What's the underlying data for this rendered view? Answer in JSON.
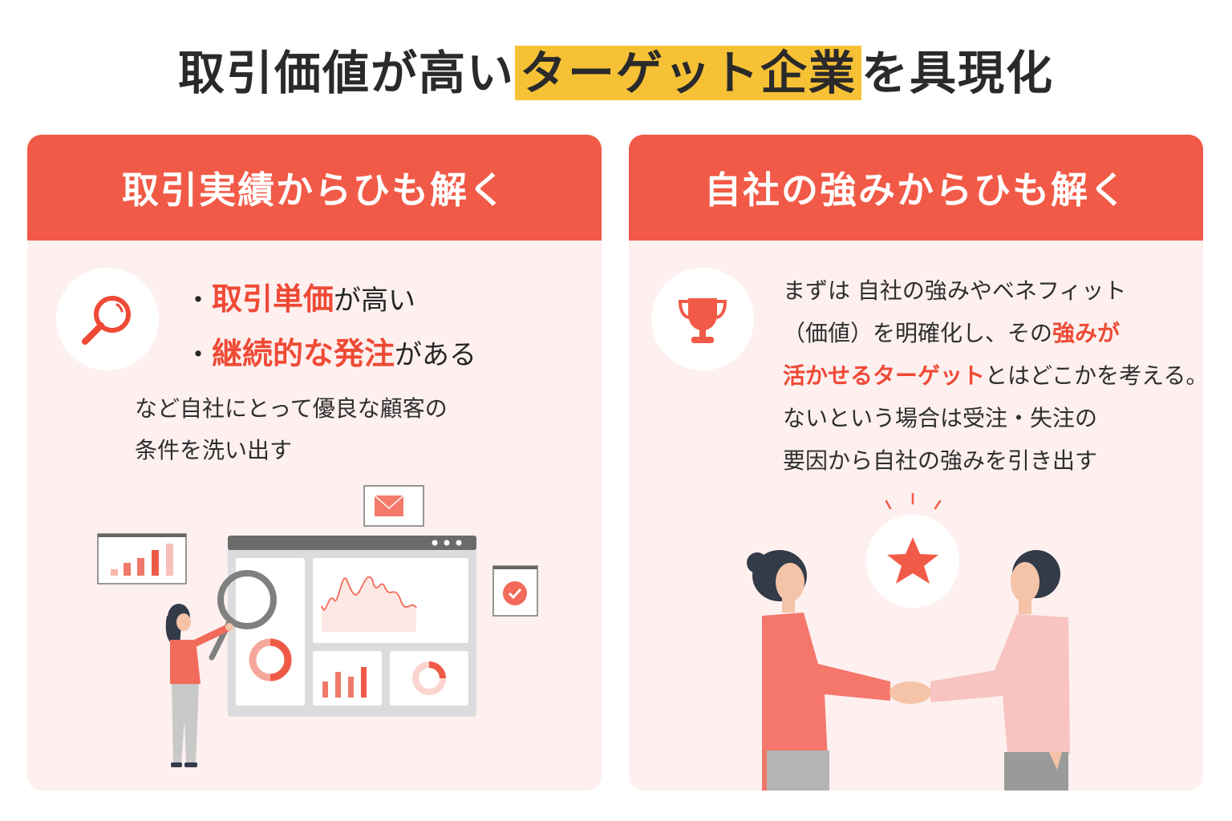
{
  "title": {
    "prefix": "取引価値が高い",
    "highlight": "ターゲット企業",
    "suffix": "を具現化",
    "highlight_color": "#f7c136"
  },
  "colors": {
    "accent": "#f15a47",
    "emphasis_text": "#ef4a36",
    "panel_bg": "#fdf0ef"
  },
  "left_panel": {
    "header": "取引実績からひも解く",
    "icon": "magnifier-icon",
    "bullets": [
      {
        "marker": "・",
        "emphasis": "取引単価",
        "rest": "が高い"
      },
      {
        "marker": "・",
        "emphasis": "継続的な発注",
        "rest": "がある"
      }
    ],
    "sub_lines": [
      "など自社にとって優良な顧客の",
      "条件を洗い出す"
    ],
    "illustration": "person-analyzing-dashboard"
  },
  "right_panel": {
    "header": "自社の強みからひも解く",
    "icon": "trophy-icon",
    "lines": [
      {
        "plain_before": "まずは 自社の強みやベネフィット",
        "emphasis": "",
        "plain_after": ""
      },
      {
        "plain_before": "（価値）を明確化し、その",
        "emphasis": "強みが",
        "plain_after": ""
      },
      {
        "plain_before": "",
        "emphasis": "活かせるターゲット",
        "plain_after": "とはどこかを考える。"
      },
      {
        "plain_before": "ないという場合は受注・失注の",
        "emphasis": "",
        "plain_after": ""
      },
      {
        "plain_before": "要因から自社の強みを引き出す",
        "emphasis": "",
        "plain_after": ""
      }
    ],
    "illustration": "handshake-with-star"
  }
}
